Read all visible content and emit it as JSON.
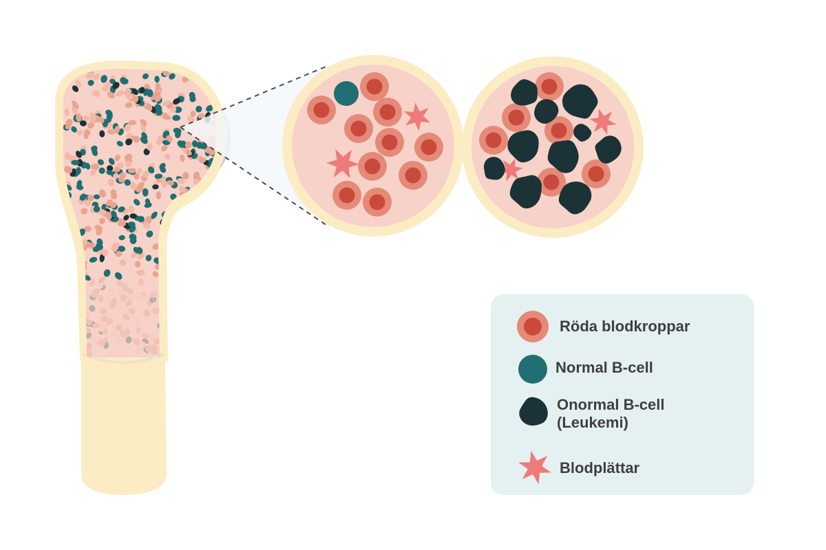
{
  "colors": {
    "background": "#ffffff",
    "bone": "#fcecc4",
    "marrow": "#f7d2c8",
    "red_cell_outer": "#e58a78",
    "red_cell_inner": "#c94a3c",
    "normal_b_cell": "#1f6f73",
    "abnormal_b_cell": "#1b3236",
    "platelet": "#ee7a7a",
    "legend_bg": "#e5f1f0",
    "text": "#3f3f3f"
  },
  "legend": {
    "items": [
      {
        "icon": "red-blood-cell-icon",
        "label": "Röda blodkroppar"
      },
      {
        "icon": "normal-b-cell-icon",
        "label": "Normal B-cell"
      },
      {
        "icon": "abnormal-b-cell-icon",
        "label_line1": "Onormal B-cell",
        "label_line2": "(Leukemi)"
      },
      {
        "icon": "platelet-icon",
        "label": "Blodplättar"
      }
    ]
  }
}
